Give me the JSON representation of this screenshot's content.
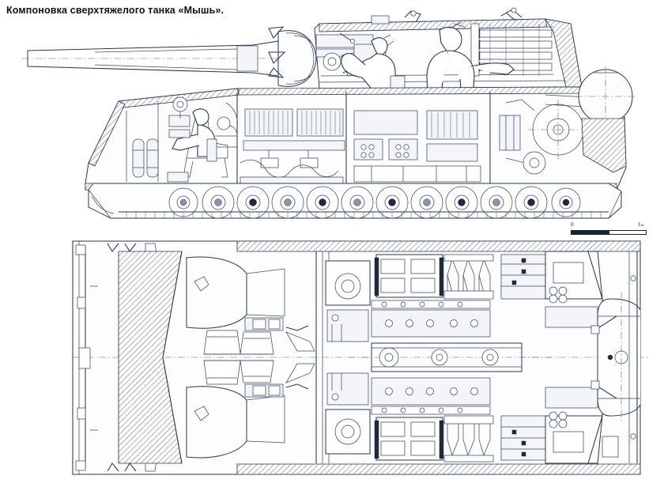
{
  "figure": {
    "title": "Компоновка сверхтяжелого танка «Мышь».",
    "type": "technical-cutaway-drawing",
    "subject": "Maus super-heavy tank",
    "views": [
      {
        "name": "side-elevation-cutaway",
        "position": "top"
      },
      {
        "name": "plan-view-cutaway",
        "position": "bottom"
      }
    ],
    "ink_color": "#2b3650",
    "paper_color": "#ffffff"
  },
  "scale_bar": {
    "name": "scale-bar",
    "start_label": "0",
    "end_label": "1",
    "unit": "м",
    "segments": 2
  },
  "side_view": {
    "name": "side-elevation",
    "components": [
      "main-gun-barrel",
      "muzzle-brake",
      "gun-mantlet",
      "turret",
      "turret-ammunition-racks",
      "gunner-seated",
      "loader-standing",
      "driver-compartment",
      "driver-seat",
      "engine-compartment",
      "road-wheels",
      "track-assembly",
      "drive-sprocket",
      "rear-stowage-drum"
    ],
    "road_wheel_count": 12
  },
  "plan_view": {
    "name": "plan-view",
    "components": [
      "hull-side-armour",
      "glacis-plate",
      "fuel-tanks",
      "crew-seats",
      "engine",
      "transmission-shaft",
      "ammunition-racks",
      "shell-stowage",
      "generator",
      "rear-cylindrical-tank"
    ],
    "symmetry_axis": "longitudinal-centerline"
  }
}
